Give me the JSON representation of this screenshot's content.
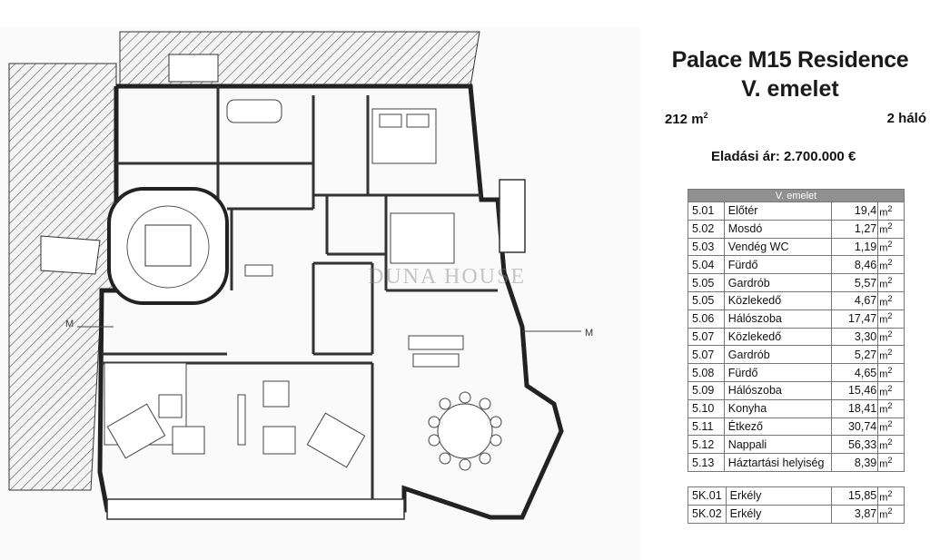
{
  "header": {
    "title_line1": "Palace M15 Residence",
    "title_line2": "V. emelet",
    "area_value": "212 m",
    "area_unit_sup": "2",
    "rooms": "2 háló",
    "price": "Eladási ár: 2.700.000 €"
  },
  "table": {
    "header": "V. emelet",
    "unit_label": "m",
    "unit_sup": "2",
    "rows": [
      {
        "code": "5.01",
        "name": "Előtér",
        "value": "19,4"
      },
      {
        "code": "5.02",
        "name": "Mosdó",
        "value": "1,27"
      },
      {
        "code": "5.03",
        "name": "Vendég WC",
        "value": "1,19"
      },
      {
        "code": "5.04",
        "name": "Fürdő",
        "value": "8,46"
      },
      {
        "code": "5.05",
        "name": "Gardrób",
        "value": "5,57"
      },
      {
        "code": "5.05",
        "name": "Közlekedő",
        "value": "4,67"
      },
      {
        "code": "5.06",
        "name": "Hálószoba",
        "value": "17,47"
      },
      {
        "code": "5.07",
        "name": "Közlekedő",
        "value": "3,30"
      },
      {
        "code": "5.07",
        "name": "Gardrób",
        "value": "5,27"
      },
      {
        "code": "5.08",
        "name": "Fürdő",
        "value": "4,65"
      },
      {
        "code": "5.09",
        "name": "Hálószoba",
        "value": "15,46"
      },
      {
        "code": "5.10",
        "name": "Konyha",
        "value": "18,41"
      },
      {
        "code": "5.11",
        "name": "Étkező",
        "value": "30,74"
      },
      {
        "code": "5.12",
        "name": "Nappali",
        "value": "56,33"
      },
      {
        "code": "5.13",
        "name": "Háztartási helyiség",
        "value": "8,39"
      }
    ],
    "balcony_rows": [
      {
        "code": "5K.01",
        "name": "Erkély",
        "value": "15,85"
      },
      {
        "code": "5K.02",
        "name": "Erkély",
        "value": "3,87"
      }
    ]
  },
  "plan": {
    "watermark": "DUNA HOUSE",
    "axis_label_left": "M",
    "axis_label_right": "M"
  }
}
